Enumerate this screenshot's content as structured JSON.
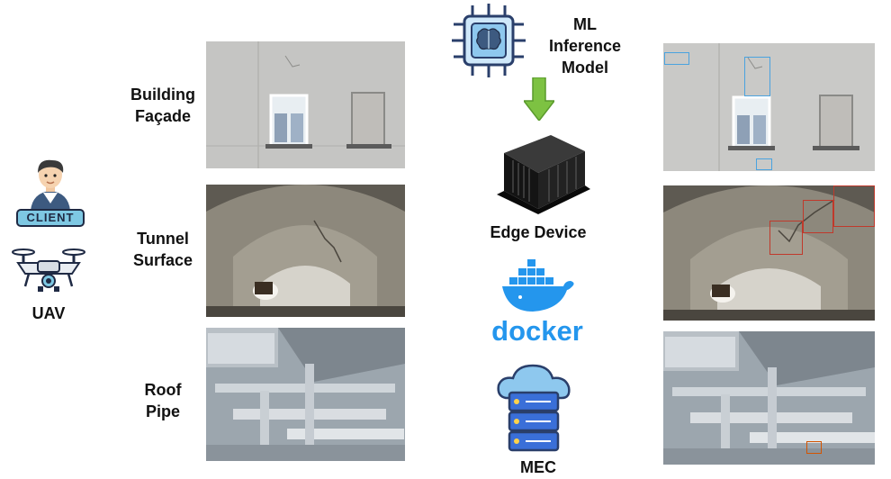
{
  "client": {
    "badge": "CLIENT",
    "label": "UAV"
  },
  "rows": [
    {
      "label_line1": "Building",
      "label_line2": "Façade"
    },
    {
      "label_line1": "Tunnel",
      "label_line2": "Surface"
    },
    {
      "label_line1": "Roof",
      "label_line2": "Pipe"
    }
  ],
  "pipeline": {
    "ml_line1": "ML",
    "ml_line2": "Inference",
    "ml_line3": "Model",
    "edge": "Edge Device",
    "docker": "docker",
    "mec": "MEC"
  },
  "colors": {
    "arrow": "#7dc242",
    "docker": "#2496ed",
    "facade_box": "#4aa3df",
    "tunnel_box": "#c0392b",
    "pipe_box": "#d35400"
  }
}
